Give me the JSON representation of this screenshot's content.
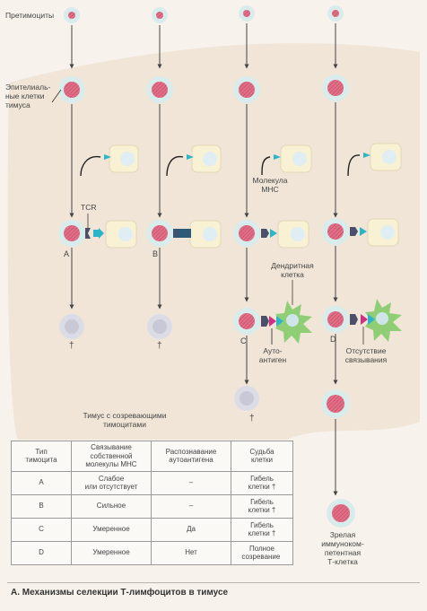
{
  "labels": {
    "precursors": "Претимоциты",
    "epithelial": "Эпителиаль-\nные клетки\nтимуса",
    "tcr": "TCR",
    "mhc_molecule": "Молекула\nМНС",
    "dendritic": "Дендритная\nклетка",
    "autoantigen": "Ауто-\nантиген",
    "no_binding": "Отсутствие\nсвязывания",
    "thymus_maturing": "Тимус с созревающими\nтимоцитами",
    "mature_cell": "Зрелая\nиммуноком-\nпетентная\nТ-клетка",
    "dagger": "†"
  },
  "letters": [
    "A",
    "B",
    "C",
    "D"
  ],
  "table": {
    "headers": [
      "Тип\nтимоцита",
      "Связывание\nсобственной\nмолекулы МНС",
      "Распознавание\nаутоантигена",
      "Судьба\nклетки"
    ],
    "rows": [
      {
        "type": "A",
        "binding": "Слабое\nили отсутствует",
        "recognition": "–",
        "fate": "Гибель\nклетки",
        "dagger": "†"
      },
      {
        "type": "B",
        "binding": "Сильное",
        "recognition": "–",
        "fate": "Гибель\nклетки",
        "dagger": "†"
      },
      {
        "type": "C",
        "binding": "Умеренное",
        "recognition": "Да",
        "fate": "Гибель\nклетки",
        "dagger": "†"
      },
      {
        "type": "D",
        "binding": "Умеренное",
        "recognition": "Нет",
        "fate": "Полное\nсозревание",
        "dagger": ""
      }
    ]
  },
  "caption": "А. Механизмы селекции Т-лимфоцитов в тимусе",
  "colors": {
    "thymus_bg": "#efe2d3",
    "cell_halo": "#d9ecec",
    "nucleus": "#d95a72",
    "epithelial_body": "#f8f1d4",
    "mhc": "#2bb5c9",
    "tcr": "#4a4f6a",
    "antigen": "#d0307e",
    "dendritic": "#8fce74",
    "dead_cell": "#d6d6e0"
  }
}
